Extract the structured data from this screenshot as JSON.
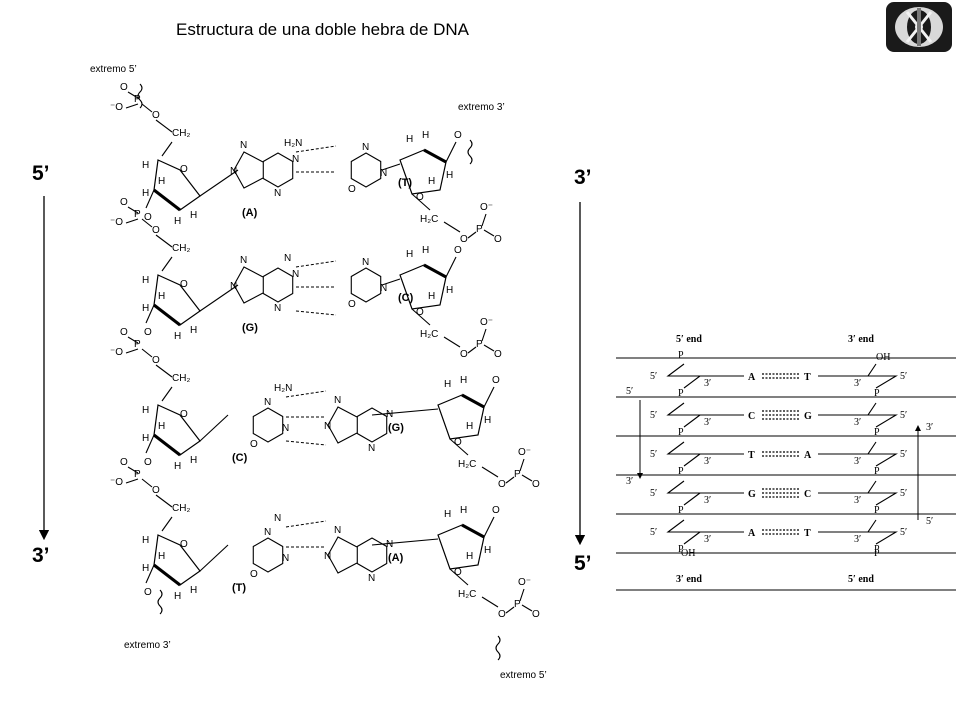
{
  "title": "Estructura de una doble hebra de DNA",
  "left_strand": {
    "top_label": "5’",
    "bottom_label": "3’"
  },
  "right_strand": {
    "top_label": "3’",
    "bottom_label": "5’"
  },
  "chemical": {
    "end_labels": {
      "top_left": "extremo 5’",
      "top_right": "extremo 3’",
      "bottom_left": "extremo 3’",
      "bottom_right": "extremo 5’"
    },
    "pairs": [
      {
        "left": "(A)",
        "right": "(T)"
      },
      {
        "left": "(G)",
        "right": "(C)"
      },
      {
        "left": "(C)",
        "right": "(G)"
      },
      {
        "left": "(T)",
        "right": "(A)"
      }
    ]
  },
  "ladder": {
    "top_left": "5′ end",
    "top_right": "3′ end",
    "bottom_left": "3′ end",
    "bottom_right": "5′ end",
    "phosphate": "P",
    "hydroxyl": "OH",
    "prime5": "5′",
    "prime3": "3′",
    "rungs": [
      {
        "left": "A",
        "right": "T",
        "bonds": 2
      },
      {
        "left": "C",
        "right": "G",
        "bonds": 3
      },
      {
        "left": "T",
        "right": "A",
        "bonds": 2
      },
      {
        "left": "G",
        "right": "C",
        "bonds": 3
      },
      {
        "left": "A",
        "right": "T",
        "bonds": 2
      }
    ]
  },
  "icons": {
    "logo": "dna-logo-icon"
  }
}
